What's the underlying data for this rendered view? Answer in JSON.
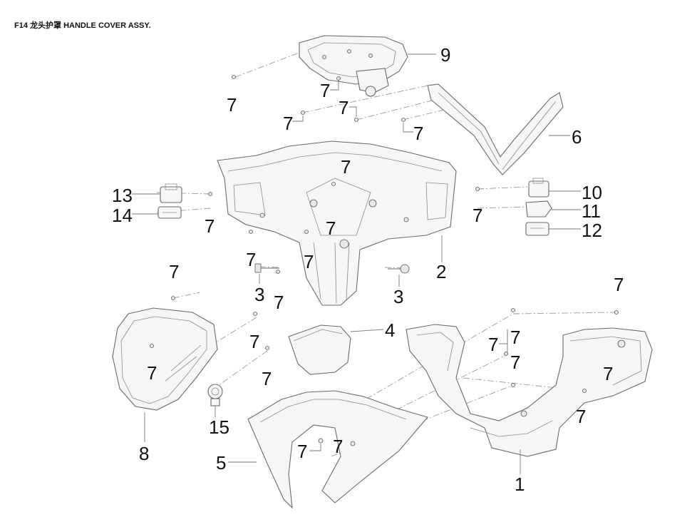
{
  "title": "F14 龙头护罩 HANDLE COVER ASSY.",
  "callouts": {
    "c9": "9",
    "c6": "6",
    "c2": "2",
    "c4": "4",
    "c1": "1",
    "c5": "5",
    "c8": "8",
    "c13": "13",
    "c14": "14",
    "c10": "10",
    "c11": "11",
    "c12": "12",
    "c15": "15",
    "c3a": "3",
    "c3b": "3",
    "c7": [
      "7",
      "7",
      "7",
      "7",
      "7",
      "7",
      "7",
      "7",
      "7",
      "7",
      "7",
      "7",
      "7",
      "7",
      "7",
      "7",
      "7",
      "7",
      "7",
      "7",
      "7",
      "7"
    ]
  }
}
